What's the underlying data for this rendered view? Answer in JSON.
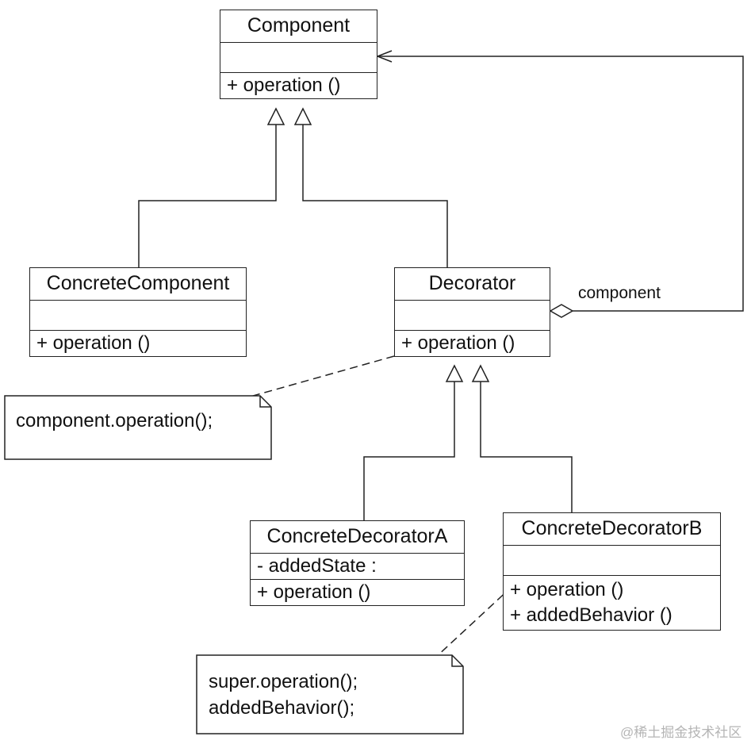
{
  "classes": {
    "component": {
      "name": "Component",
      "attributes": [],
      "operations": [
        "+  operation ()"
      ]
    },
    "concrete_component": {
      "name": "ConcreteComponent",
      "attributes": [],
      "operations": [
        "+  operation ()"
      ]
    },
    "decorator": {
      "name": "Decorator",
      "attributes": [],
      "operations": [
        "+  operation ()"
      ]
    },
    "concrete_decorator_a": {
      "name": "ConcreteDecoratorA",
      "attributes": [
        "-  addedState  :"
      ],
      "operations": [
        "+  operation ()"
      ]
    },
    "concrete_decorator_b": {
      "name": "ConcreteDecoratorB",
      "attributes": [],
      "operations": [
        "+  operation ()",
        "+  addedBehavior ()"
      ]
    }
  },
  "notes": {
    "decorator_note": [
      "component.operation();"
    ],
    "decorator_b_note": [
      "super.operation();",
      "addedBehavior();"
    ]
  },
  "association_label": "component",
  "watermark": "@稀土掘金技术社区"
}
